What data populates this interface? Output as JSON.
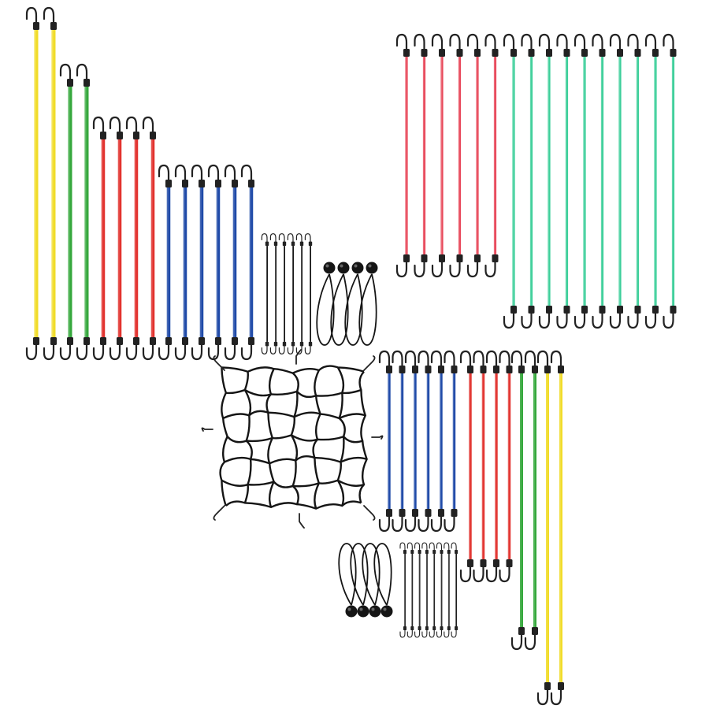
{
  "image": {
    "kind": "product-photo",
    "background": "#ffffff"
  },
  "colors": {
    "yellow": "#f1dc2a",
    "green": "#36a83d",
    "red": "#e2322e",
    "blue": "#1f4aa8",
    "pink": "#e8485a",
    "mint": "#3ccf9a",
    "black": "#151515",
    "hook": "#222222"
  },
  "groups": [
    {
      "name": "cords-left-yellow",
      "color": "yellow",
      "count": 2
    },
    {
      "name": "cords-left-green",
      "color": "green",
      "count": 2
    },
    {
      "name": "cords-left-red",
      "color": "red",
      "count": 4
    },
    {
      "name": "cords-left-blue",
      "color": "blue",
      "count": 6
    },
    {
      "name": "mini-cords-upper",
      "color": "black",
      "count": 6
    },
    {
      "name": "ball-loops-upper",
      "color": "black",
      "count": 4
    },
    {
      "name": "cords-top-pink",
      "color": "pink",
      "count": 6
    },
    {
      "name": "cords-top-mint",
      "color": "mint",
      "count": 10
    },
    {
      "name": "cargo-net",
      "color": "black",
      "count": 1
    },
    {
      "name": "cords-bottom-blue",
      "color": "blue",
      "count": 6
    },
    {
      "name": "cords-bottom-red",
      "color": "red",
      "count": 4
    },
    {
      "name": "cords-bottom-green",
      "color": "green",
      "count": 2
    },
    {
      "name": "cords-bottom-yellow",
      "color": "yellow",
      "count": 2
    },
    {
      "name": "ball-loops-lower",
      "color": "black",
      "count": 4
    },
    {
      "name": "mini-cords-lower",
      "color": "black",
      "count": 8
    }
  ]
}
